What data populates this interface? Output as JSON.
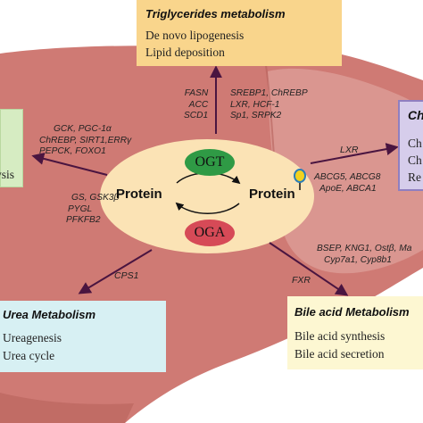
{
  "enzymes": {
    "ogt": "OGT",
    "oga": "OGA"
  },
  "center": {
    "protein_left": "Protein",
    "protein_right": "Protein",
    "o_mark": "O"
  },
  "boxes": {
    "triglycerides": {
      "title": "Triglycerides metabolism",
      "lines": [
        "De novo lipogenesis",
        "Lipid deposition"
      ]
    },
    "cholesterol": {
      "title": "Ch",
      "lines": [
        "Ch",
        "Ch",
        "Re"
      ]
    },
    "glucose": {
      "lines": [
        "ysis"
      ]
    },
    "urea": {
      "title": "Urea Metabolism",
      "lines": [
        "Ureagenesis",
        "Urea cycle"
      ]
    },
    "bile": {
      "title": "Bile acid Metabolism",
      "lines": [
        "Bile acid synthesis",
        "Bile acid secretion"
      ]
    }
  },
  "genes": {
    "tg_left": [
      "FASN",
      "ACC",
      "SCD1"
    ],
    "tg_right": [
      "SREBP1, ChREBP",
      "LXR, HCF-1",
      "Sp1, SRPK2"
    ],
    "glucose_up": [
      "GCK, PGC-1α",
      "ChREBP, SIRT1,ERRγ",
      "PEPCK, FOXO1"
    ],
    "glucose_down": [
      "GS, GSK3β",
      "PYGL",
      "PFKFB2"
    ],
    "chol": [
      "ABCG5, ABCG8",
      "ApoE, ABCA1"
    ],
    "bile": [
      "BSEP, KNG1, Ostβ, Ma",
      "Cyp7a1, Cyp8b1"
    ]
  },
  "regulators": {
    "lxr": "LXR",
    "fxr": "FXR",
    "cps1": "CPS1"
  },
  "colors": {
    "liver": "#cf7a74",
    "liver_light": "#dda09a",
    "ellipse": "#fbe3b5",
    "ogt": "#2f9a45",
    "oga": "#d64a57",
    "arrow": "#4a1540",
    "tg_box": "#f9d58c",
    "chol_box": "#d6cdeb",
    "glucose_box": "#d6ecc2",
    "urea_box": "#d7f0f3",
    "bile_box": "#fdf7d2"
  }
}
